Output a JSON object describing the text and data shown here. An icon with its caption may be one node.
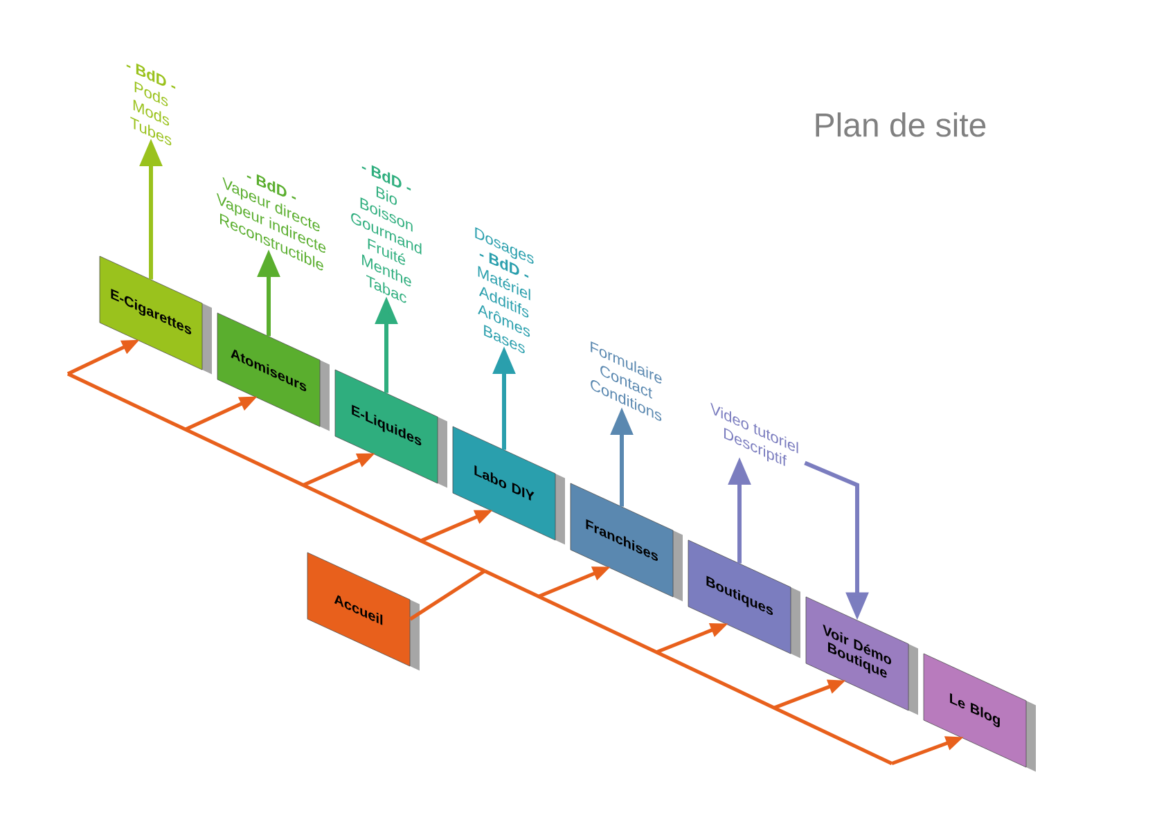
{
  "diagram": {
    "title": "Plan de site",
    "nodes": [
      {
        "text": [
          "Accueil"
        ]
      },
      {
        "text": [
          "E-Cigarettes"
        ]
      },
      {
        "text": [
          "Atomiseurs"
        ]
      },
      {
        "text": [
          "E-Liquides"
        ]
      },
      {
        "text": [
          "Labo DIY"
        ]
      },
      {
        "text": [
          "Franchises"
        ]
      },
      {
        "text": [
          "Boutiques"
        ]
      },
      {
        "text": [
          "Voir Démo Boutique"
        ]
      },
      {
        "text": [
          "Le Blog"
        ]
      },
      {
        "text": [
          "- BdD -",
          "Pods",
          "Mods",
          "Tubes"
        ]
      },
      {
        "text": [
          "- BdD -",
          "Vapeur directe",
          "Vapeur indirecte",
          "Reconstructible"
        ]
      },
      {
        "text": [
          "- BdD -",
          "Bio",
          "Boisson",
          "Gourmand",
          "Fruité",
          "Menthe",
          "Tabac"
        ]
      },
      {
        "text": [
          "Dosages",
          "- BdD -",
          "Matériel",
          "Additifs",
          "Arômes",
          "Bases"
        ]
      },
      {
        "text": [
          "Formulaire",
          "Contact",
          "Conditions"
        ]
      },
      {
        "text": [
          "Video tutoriel",
          "Descriptif"
        ]
      }
    ],
    "edges": [
      {
        "from": 0,
        "to": 1,
        "arrow": "to",
        "color": "#e8601c"
      },
      {
        "from": 0,
        "to": 2,
        "arrow": "to",
        "color": "#e8601c"
      },
      {
        "from": 0,
        "to": 3,
        "arrow": "to",
        "color": "#e8601c"
      },
      {
        "from": 0,
        "to": 4,
        "arrow": "to",
        "color": "#e8601c"
      },
      {
        "from": 0,
        "to": 5,
        "arrow": "to",
        "color": "#e8601c"
      },
      {
        "from": 0,
        "to": 6,
        "arrow": "to",
        "color": "#e8601c"
      },
      {
        "from": 0,
        "to": 7,
        "arrow": "to",
        "color": "#e8601c"
      },
      {
        "from": 0,
        "to": 8,
        "arrow": "to",
        "color": "#e8601c"
      },
      {
        "from": 1,
        "to": 9,
        "arrow": "to",
        "color": "#9ac21d"
      },
      {
        "from": 2,
        "to": 10,
        "arrow": "to",
        "color": "#5aae2e"
      },
      {
        "from": 3,
        "to": 11,
        "arrow": "to",
        "color": "#2fae7e"
      },
      {
        "from": 4,
        "to": 12,
        "arrow": "to",
        "color": "#2a9fad"
      },
      {
        "from": 5,
        "to": 13,
        "arrow": "to",
        "color": "#5a88b0"
      },
      {
        "from": 6,
        "to": 14,
        "arrow": "to",
        "color": "#7b7dbf"
      },
      {
        "from": 14,
        "to": 7,
        "arrow": "to",
        "color": "#7b7dbf"
      }
    ]
  }
}
